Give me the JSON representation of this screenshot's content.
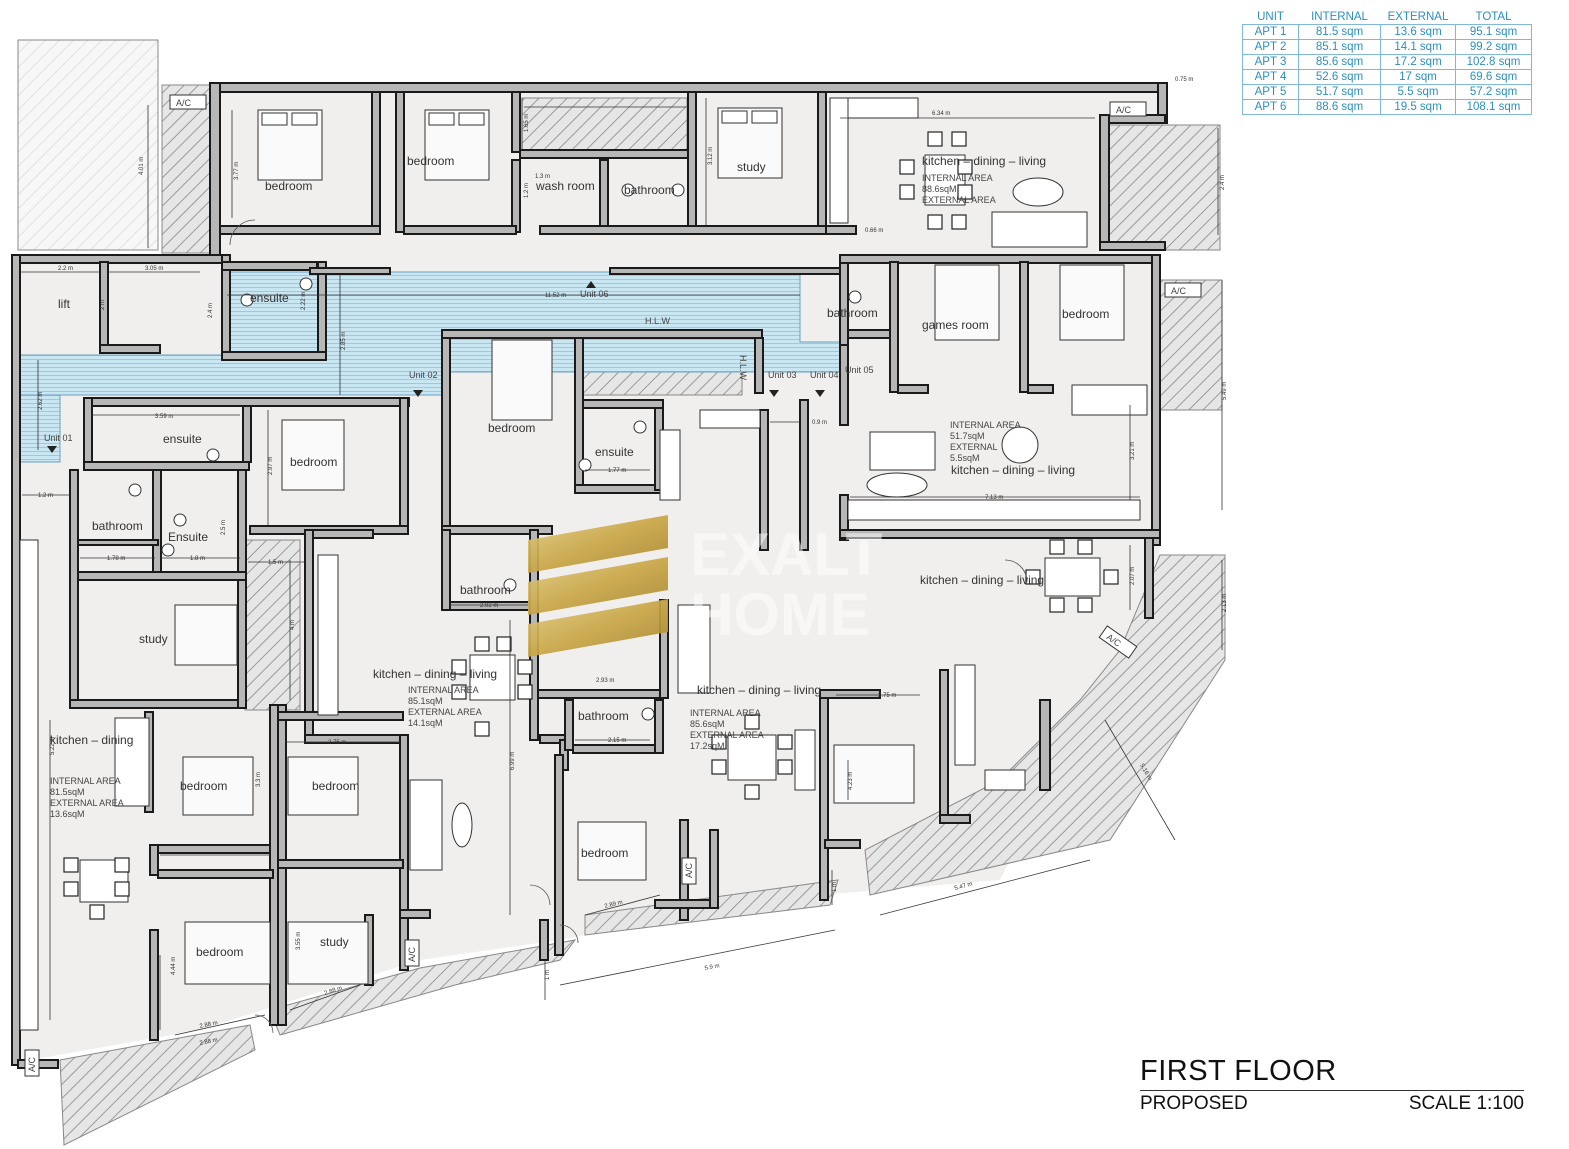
{
  "drawing": {
    "title": "FIRST FLOOR",
    "subtitle": "PROPOSED",
    "scale": "SCALE 1:100"
  },
  "area_table": {
    "headers": [
      "UNIT",
      "INTERNAL",
      "EXTERNAL",
      "TOTAL"
    ],
    "rows": [
      [
        "APT 1",
        "81.5 sqm",
        "13.6 sqm",
        "95.1 sqm"
      ],
      [
        "APT 2",
        "85.1 sqm",
        "14.1 sqm",
        "99.2 sqm"
      ],
      [
        "APT 3",
        "85.6 sqm",
        "17.2 sqm",
        "102.8 sqm"
      ],
      [
        "APT 4",
        "52.6 sqm",
        "17 sqm",
        "69.6 sqm"
      ],
      [
        "APT 5",
        "51.7 sqm",
        "5.5 sqm",
        "57.2 sqm"
      ],
      [
        "APT 6",
        "88.6 sqm",
        "19.5 sqm",
        "108.1 sqm"
      ]
    ]
  },
  "units": {
    "u01": "Unit 01",
    "u02": "Unit 02",
    "u03": "Unit 03",
    "u04": "Unit 04",
    "u05": "Unit 05",
    "u06": "Unit 06"
  },
  "rooms": {
    "bedroom": "bedroom",
    "study": "study",
    "wash_room": "wash room",
    "bathroom": "bathroom",
    "ensuite": "ensuite",
    "Ensuite": "Ensuite",
    "lift": "lift",
    "games_room": "games room",
    "kitchen_dining_living": "kitchen – dining – living",
    "kitchen_dining": "kitchen – dining",
    "ac": "A/C",
    "hlw": "H.L.W"
  },
  "area_notes": {
    "apt1": [
      "INTERNAL AREA",
      "81.5sqM",
      "EXTERNAL AREA",
      "13.6sqM"
    ],
    "apt2": [
      "INTERNAL AREA",
      "85.1sqM",
      "EXTERNAL AREA",
      "14.1sqM"
    ],
    "apt3": [
      "INTERNAL AREA",
      "85.6sqM",
      "EXTERNAL AREA",
      "17.2sqM"
    ],
    "apt5": [
      "INTERNAL AREA",
      "51.7sqM",
      "EXTERNAL",
      "5.5sqM"
    ],
    "apt6": [
      "INTERNAL AREA",
      "88.6sqM",
      "EXTERNAL AREA"
    ]
  },
  "dimensions": {
    "d1": "4.01 m",
    "d2": "3.77 m",
    "d3": "3.12 m",
    "d4": "1.65 m",
    "d5": "6.34 m",
    "d6": "0.75 m",
    "d7": "2.4 m",
    "d8": "0.66 m",
    "d9": "2.2 m",
    "d10": "3.05 m",
    "d11": "2 m",
    "d12": "2.4 m",
    "d13": "2.22 m",
    "d14": "11.52 m",
    "d15": "2.85 m",
    "d16": "2.62 m",
    "d17": "3.59 m",
    "d18": "2.97 m",
    "d19": "1.2 m",
    "d20": "2.5 m",
    "d21": "1.78 m",
    "d22": "1.8 m",
    "d23": "1.5 m",
    "d24": "4 m",
    "d25": "2.75 m",
    "d26": "5.22 m",
    "d27": "2.88 m",
    "d28": "4.44 m",
    "d29": "1.77 m",
    "d30": "0.9 m",
    "d31": "2.02 m",
    "d32": "6.99 m",
    "d33": "2.15 m",
    "d34": "2.89 m",
    "d35": "5.9 m",
    "d36": "1 m",
    "d37": "5.47 m",
    "d38": "5.16 m",
    "d39": "5.49 m",
    "d40": "3.21 m",
    "d41": "7.13 m",
    "d42": "2.13 m",
    "d43": "2.07 m",
    "d44": "4.23 m",
    "d45": "2.75 m",
    "d46": "1.3 m",
    "d47": "1.2 m",
    "d48": "3.3 m",
    "d49": "2.93 m",
    "d50": "3.55 m",
    "d51": "2.88 m",
    "d52": "2.88 m"
  },
  "colors": {
    "wall": "#b7b7b7",
    "room": "#f1efed",
    "water": "#bfe0f0",
    "table_text": "#2b8fbf",
    "watermark": "#c9a646"
  }
}
